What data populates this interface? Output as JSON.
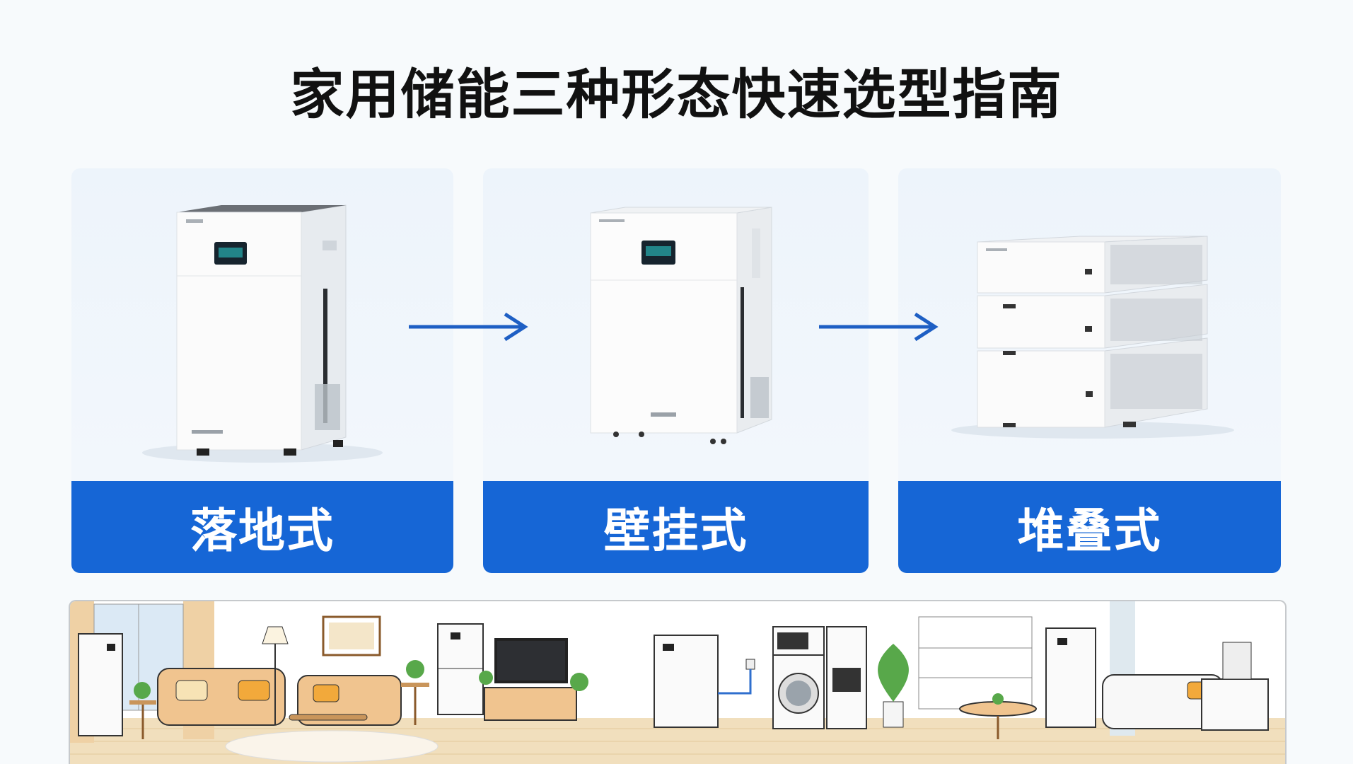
{
  "title": "家用储能三种形态快速选型指南",
  "cards": [
    {
      "label": "落地式",
      "icon": "floor-standing-battery-icon"
    },
    {
      "label": "壁挂式",
      "icon": "wall-mounted-battery-icon"
    },
    {
      "label": "堆叠式",
      "icon": "stacked-battery-icon"
    }
  ],
  "arrows": [
    "arrow-right-icon",
    "arrow-right-icon"
  ],
  "scene": {
    "icon": "home-living-room-illustration"
  },
  "colors": {
    "accent": "#1666d6",
    "arrow": "#1e5fc4",
    "card_bg": "#edf4fb"
  }
}
